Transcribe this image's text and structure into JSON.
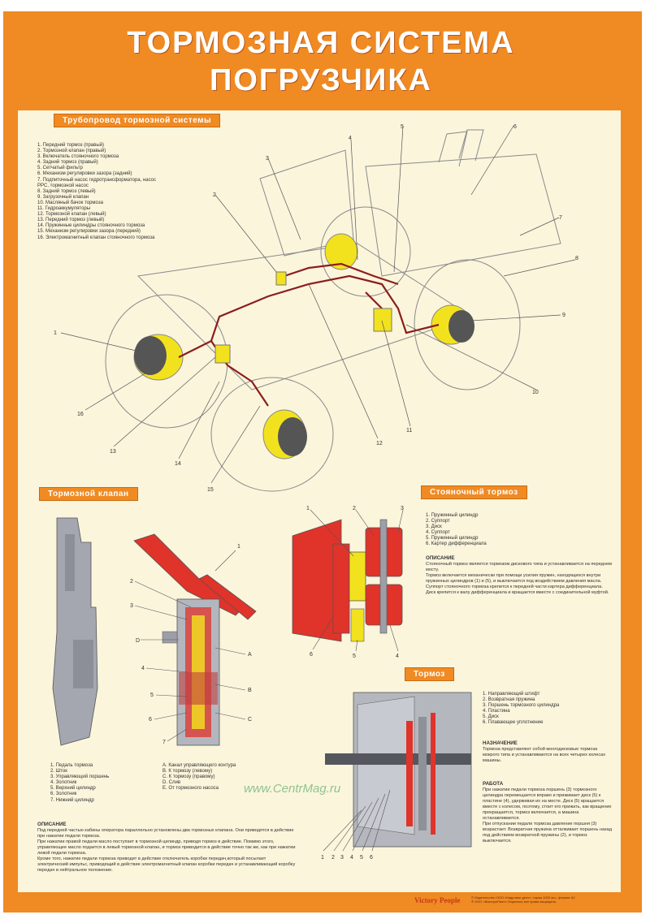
{
  "title": {
    "line1": "ТОРМОЗНАЯ СИСТЕМА",
    "line2": "ПОГРУЗЧИКА"
  },
  "pipeline": {
    "label": "Трубопровод тормозной системы",
    "items": [
      "1. Передний тормоз (правый)",
      "2. Тормозной клапан (правый)",
      "3. Включатель стояночного тормоза",
      "4. Задний тормоз (правый)",
      "5. Сетчатый фильтр",
      "6. Механизм регулировки зазора (задний)",
      "7. Подпиточный насос гидротрансформатора, насос",
      "PPC, тормозной насос",
      "8. Задний тормоз (левый)",
      "9. Загрузочный клапан",
      "10. Масляный бачок тормоза",
      "11. Гидроаккумуляторы",
      "12. Тормозной клапан (левый)",
      "13. Передний тормоз (левый)",
      "14. Пружинные цилиндры стояночного тормоза",
      "15. Механизм регулировки зазора (передний)",
      "16. Электромагнитный клапан стояночного тормоза"
    ],
    "callouts": [
      "1",
      "2",
      "3",
      "4",
      "5",
      "6",
      "7",
      "8",
      "9",
      "10",
      "11",
      "12",
      "13",
      "14",
      "15",
      "16"
    ]
  },
  "brake_valve": {
    "label": "Тормозной клапан",
    "parts": [
      "1. Педаль тормоза",
      "2. Шток",
      "3. Управляющий поршень",
      "4. Золотник",
      "5. Верхний цилиндр",
      "6. Золотник",
      "7. Нижний цилиндр"
    ],
    "ports": [
      "A. Канал управляющего контура",
      "B. К тормозу (левому)",
      "C. К тормозу (правому)",
      "D. Слив",
      "E. От тормозного насоса"
    ],
    "callouts": [
      "1",
      "2",
      "3",
      "D",
      "4",
      "5",
      "6",
      "7",
      "A",
      "B",
      "C"
    ],
    "description_heading": "ОПИСАНИЕ",
    "description": [
      "Под передней частью кабины оператора параллельно установлены два тормозных клапана. Они приводятся в действие при нажатии педали тормоза.",
      "При нажатии правой педали масло поступает в тормозной цилиндр, приводя тормоз в действие. Помимо этого, управляющее масло подается в левый тормозной клапан, и тормоз приводится в действие точно так же, как при нажатии левой педали тормоза.",
      "Кроме того, нажатие педали тормоза приводит в действие отключатель коробки передач,который посылает электрический импульс, приводящий в действие электромагнитный клапан коробки передач и устанавливающий коробку передач в нейтральное положение."
    ]
  },
  "parking_brake": {
    "label": "Стояночный тормоз",
    "parts": [
      "1. Пружинный цилиндр",
      "2. Суппорт",
      "3. Диск",
      "4. Суппорт",
      "5. Пружинный цилиндр",
      "6. Картер дифференциала"
    ],
    "callouts": [
      "1",
      "2",
      "3",
      "6",
      "5",
      "4"
    ],
    "description_heading": "ОПИСАНИЕ",
    "description": [
      "Стояночный тормоз является тормозом дискового типа и устанавливается на переднем мосту.",
      "Тормоз включается механически при помощи усилия пружин, находящихся внутри пружинных цилиндров (1) и (5), и выключается под воздействием давления масла.",
      "Суппорт стояночного тормоза крепится к передней части картера дифференциала.",
      "Диск крепится к валу дифференциала и вращается вместе с соединительной муфтой."
    ]
  },
  "brake": {
    "label": "Тормоз",
    "parts": [
      "1. Направляющий штифт",
      "2. Возвратная пружина",
      "3. Поршень тормозного цилиндра",
      "4. Пластина",
      "5. Диск",
      "6. Плавающее уплотнение"
    ],
    "callouts": [
      "1",
      "2",
      "3",
      "4",
      "5",
      "6"
    ],
    "purpose_heading": "НАЗНАЧЕНИЕ",
    "purpose": "Тормоза представляют собой многодисковые тормоза мокрого типа и устанавливаются на всех четырех колесах машины.",
    "work_heading": "РАБОТА",
    "work": [
      "При нажатии педали тормоза поршень (3) тормозного цилиндра перемещается вправо и прижимает диск (5) к пластине (4), удерживая их на месте. Диск (5) вращается вместе с колесом, поэтому, стоит его прижать, как вращение прекращается, тормоз включается, а машина останавливается.",
      "При отпускании педали тормоза давление поршня (3) возрастает. Возвратная пружина отталкивает поршень назад под действием возвратной пружины (2), и тормоз выключается."
    ]
  },
  "watermark": "www.CentrMag.ru",
  "footer": {
    "brand": "Victory People",
    "lines": [
      "© Издательство ООО «Кадровое дело»; тираж 1000 экз.; формат А2",
      "® ООО «ВикториПипл» Лицензия; все права защищены"
    ]
  },
  "colors": {
    "orange": "#f08a22",
    "background": "#fbf5dc",
    "red_part": "#e0332a",
    "yellow_part": "#f2e21d",
    "line": "#7a7a7a"
  }
}
